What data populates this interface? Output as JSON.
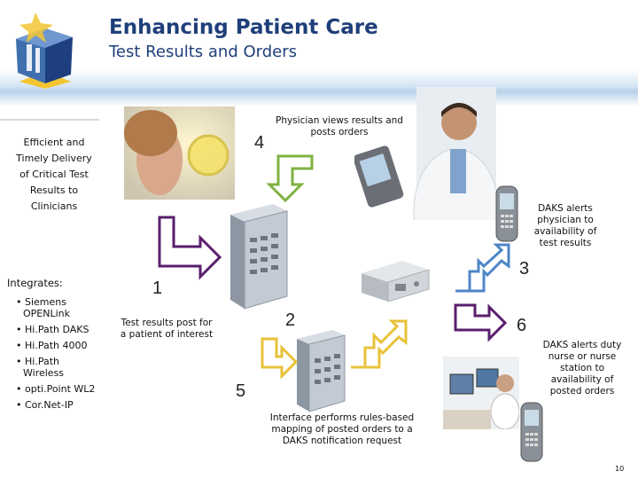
{
  "header": {
    "title": "Enhancing Patient Care",
    "subtitle": "Test Results and Orders"
  },
  "left_panel": {
    "intro_lines": [
      "Efficient and",
      "Timely Delivery",
      "of Critical Test",
      "Results to",
      "Clinicians"
    ],
    "integrates_label": "Integrates:",
    "integrates_items": [
      "Siemens OPENLink",
      "Hi.Path DAKS",
      "Hi.Path 4000",
      "Hi.Path Wireless",
      "opti.Point WL2",
      "Cor.Net-IP"
    ]
  },
  "steps": {
    "s1": "1",
    "s2": "2",
    "s3": "3",
    "s4": "4",
    "s5": "5",
    "s6": "6"
  },
  "captions": {
    "physician": "Physician views results and posts orders",
    "test_results": "Test results post for a patient of interest",
    "daks_physician": "DAKS alerts physician to availability of test results",
    "daks_nurse": "DAKS alerts duty nurse or nurse station to availability of posted orders",
    "interface": "Interface performs rules-based mapping of posted orders to a DAKS notification request"
  },
  "arrow_colors": {
    "orange": "#e06a9a",
    "yellow": "#e8c23a",
    "green": "#7fb241",
    "blue": "#4f86c6",
    "purple": "#5a1f6e"
  },
  "icons": [
    "logo-cube-icon",
    "phone-icon",
    "pda-icon",
    "server-icon",
    "monitor-icon"
  ],
  "page": {
    "number": "10"
  }
}
